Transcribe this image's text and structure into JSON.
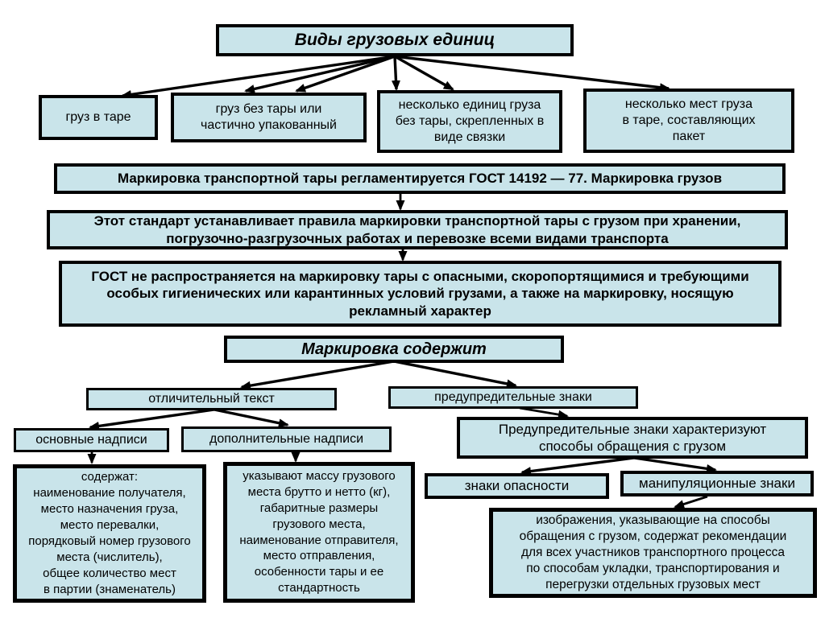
{
  "header": {
    "title": "Виды грузовых единиц"
  },
  "cargo_types": [
    {
      "label": "груз в таре"
    },
    {
      "label": "груз без тары или\nчастично упакованный"
    },
    {
      "label": "несколько единиц груза\nбез тары, скрепленных в\nвиде связки"
    },
    {
      "label": "несколько мест  груза\nв таре, составляющих\nпакет"
    }
  ],
  "gost_notes": [
    {
      "text": "Маркировка транспортной тары регламентируется ГОСТ 14192 — 77. Маркировка грузов"
    },
    {
      "text": "Этот стандарт устанавливает правила маркировки транспортной тары с грузом при хранении,\nпогрузочно-разгрузочных работах и перевозке всеми видами транспорта"
    },
    {
      "text": "ГОСТ не распространяется на маркировку тары с опасными, скоропортящимися и требующими\nособых гигиенических или карантинных условий грузами, а также на маркировку, носящую\nрекламный характер"
    }
  ],
  "marking": {
    "title": "Маркировка содержит",
    "distinctive_text": {
      "label": "отличительный текст",
      "main_inscriptions": {
        "label": "основные надписи",
        "detail": "содержат:\nнаименование получателя,\nместо назначения груза,\nместо перевалки,\nпорядковый номер грузового\nместа (числитель),\nобщее количество мест\nв партии (знаменатель)"
      },
      "additional_inscriptions": {
        "label": "дополнительные надписи",
        "detail": "указывают массу грузового\nместа брутто и нетто (кг),\nгабаритные размеры\nгрузового места,\nнаименование отправителя,\nместо отправления,\nособенности тары и ее\nстандартность"
      }
    },
    "warning_signs": {
      "label": "предупредительные знаки",
      "description": "Предупредительные знаки характеризуют\nспособы обращения с грузом",
      "danger_signs": {
        "label": "знаки опасности"
      },
      "handling_signs": {
        "label": "манипуляционные знаки",
        "detail": "изображения, указывающие на способы\nобращения с грузом, содержат рекомендации\nдля всех участников транспортного процесса\nпо способам укладки, транспортирования и\nперегрузки отдельных грузовых мест"
      }
    }
  },
  "colors": {
    "box_fill": "#c9e4ea",
    "box_border": "#000000",
    "text_color": "#000000",
    "arrow_color": "#000000"
  }
}
